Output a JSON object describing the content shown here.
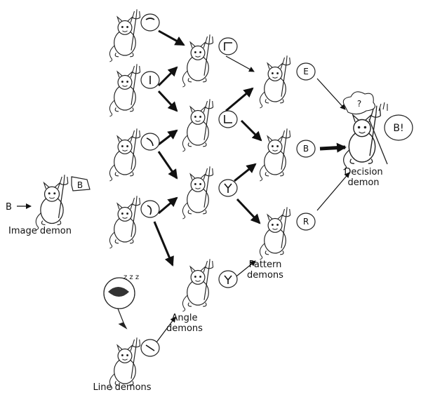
{
  "input_letter": "B",
  "labels": {
    "image_demon": "Image demon",
    "line_demons": "Line demons",
    "angle_demons": [
      "Angle",
      "demons"
    ],
    "pattern_demons": [
      "Pattern",
      "demons"
    ],
    "decision_demon": [
      "Decision",
      "demon"
    ]
  },
  "bubbles": {
    "image": "B",
    "pattern": [
      "E",
      "B",
      "R"
    ],
    "decision": "B!",
    "decision_thought": "?"
  },
  "sleep_text": "z z z"
}
